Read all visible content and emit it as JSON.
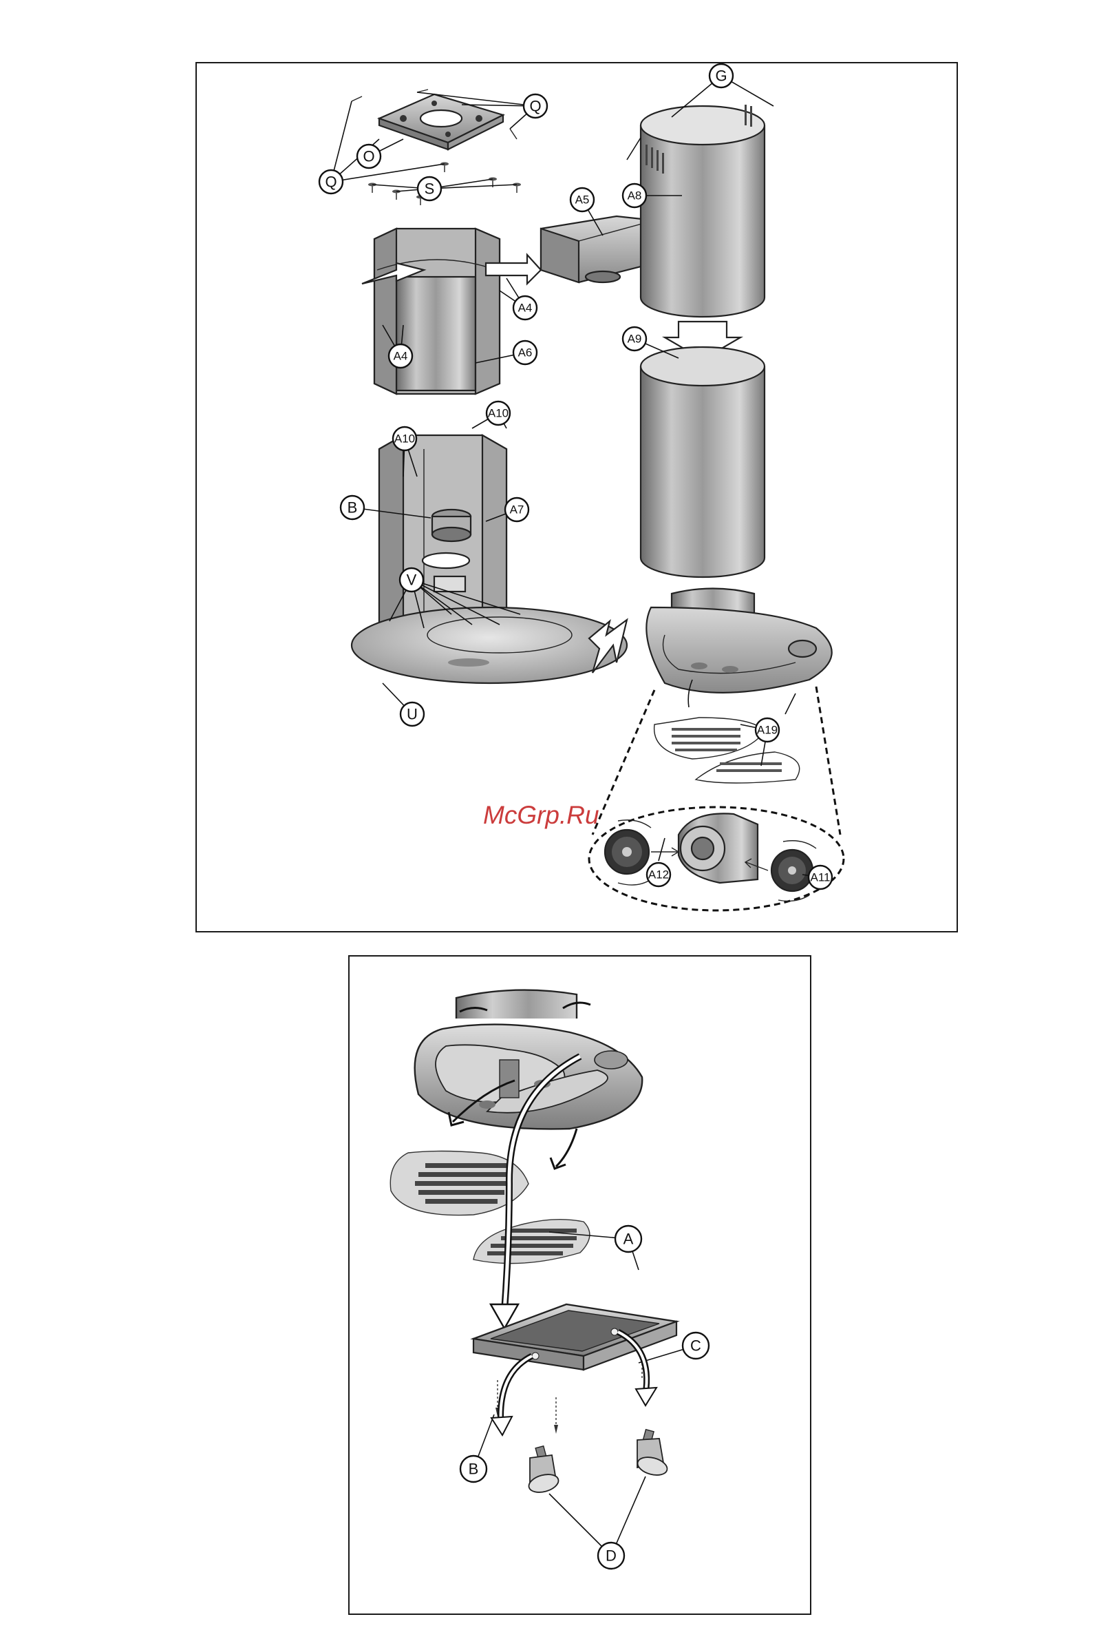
{
  "watermark": "McGrp.Ru",
  "top_diagram": {
    "callouts": [
      "G",
      "Q",
      "O",
      "Q",
      "S",
      "A5",
      "A8",
      "A4",
      "A4",
      "A6",
      "A9",
      "A10",
      "A10",
      "B",
      "A7",
      "V",
      "U",
      "A19",
      "A12",
      "A11"
    ]
  },
  "bottom_diagram": {
    "callouts": [
      "A",
      "C",
      "B",
      "D"
    ]
  }
}
